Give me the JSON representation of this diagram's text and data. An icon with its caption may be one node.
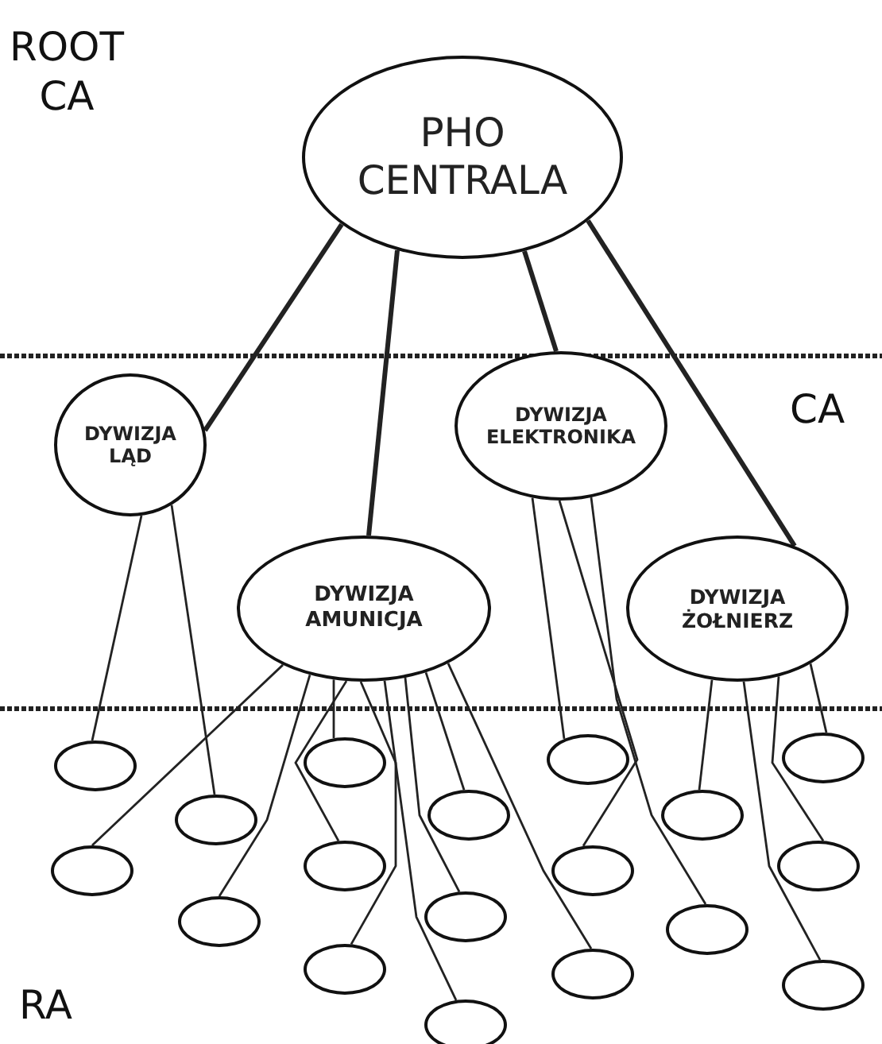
{
  "diagram": {
    "nodes": [
      {
        "text": [
          "PHO CENTRALA"
        ]
      },
      {
        "text": [
          "DYWIZJA LĄD"
        ]
      },
      {
        "text": [
          "DYWIZJA ELEKTRONIKA"
        ]
      },
      {
        "text": [
          "DYWIZJA AMUNICJA"
        ]
      },
      {
        "text": [
          "DYWIZJA ŻOŁNIERZ"
        ]
      },
      {
        "text": [],
        "shape": "circle"
      },
      {
        "text": [],
        "shape": "circle"
      },
      {
        "text": [],
        "shape": "circle"
      },
      {
        "text": [],
        "shape": "circle"
      },
      {
        "text": [],
        "shape": "circle"
      },
      {
        "text": [],
        "shape": "circle"
      },
      {
        "text": [],
        "shape": "circle"
      },
      {
        "text": [],
        "shape": "circle"
      },
      {
        "text": [],
        "shape": "circle"
      },
      {
        "text": [],
        "shape": "circle"
      },
      {
        "text": [],
        "shape": "circle"
      },
      {
        "text": [],
        "shape": "circle"
      },
      {
        "text": [],
        "shape": "circle"
      },
      {
        "text": [],
        "shape": "circle"
      },
      {
        "text": [],
        "shape": "circle"
      },
      {
        "text": [],
        "shape": "circle"
      },
      {
        "text": [],
        "shape": "circle"
      },
      {
        "text": [],
        "shape": "circle"
      }
    ],
    "edges": [
      {
        "from": 0,
        "to": 1,
        "arrow": "none",
        "style": "thick"
      },
      {
        "from": 0,
        "to": 3,
        "arrow": "none",
        "style": "thick"
      },
      {
        "from": 0,
        "to": 2,
        "arrow": "none",
        "style": "thick"
      },
      {
        "from": 0,
        "to": 4,
        "arrow": "none",
        "style": "thick"
      },
      {
        "from": 1,
        "to": 5,
        "arrow": "none"
      },
      {
        "from": 1,
        "to": 7,
        "arrow": "none"
      },
      {
        "from": 3,
        "to": 6,
        "arrow": "none"
      },
      {
        "from": 3,
        "to": 8,
        "arrow": "none"
      },
      {
        "from": 3,
        "to": 9,
        "arrow": "none"
      },
      {
        "from": 3,
        "to": 10,
        "arrow": "none"
      },
      {
        "from": 3,
        "to": 11,
        "arrow": "none"
      },
      {
        "from": 3,
        "to": 14,
        "arrow": "none"
      },
      {
        "from": 3,
        "to": 13,
        "arrow": "none"
      },
      {
        "from": 3,
        "to": 12,
        "arrow": "none"
      },
      {
        "from": 3,
        "to": 17,
        "arrow": "none"
      },
      {
        "from": 2,
        "to": 15,
        "arrow": "none"
      },
      {
        "from": 2,
        "to": 16,
        "arrow": "none"
      },
      {
        "from": 2,
        "to": 19,
        "arrow": "none"
      },
      {
        "from": 4,
        "to": 18,
        "arrow": "none"
      },
      {
        "from": 4,
        "to": 22,
        "arrow": "none"
      },
      {
        "from": 4,
        "to": 21,
        "arrow": "none"
      },
      {
        "from": 4,
        "to": 20,
        "arrow": "none"
      }
    ],
    "labels": [
      "ROOT CA",
      "CA",
      "RA"
    ]
  }
}
